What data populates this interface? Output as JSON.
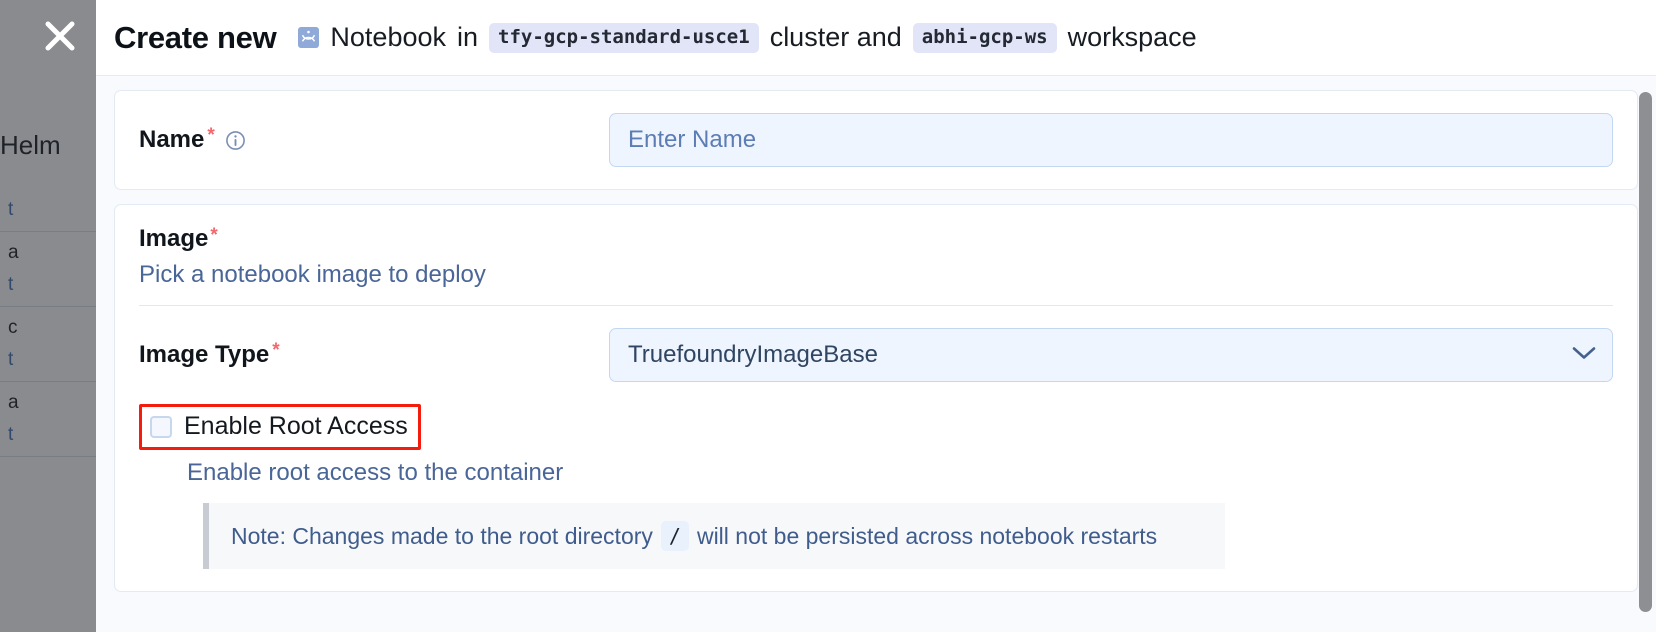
{
  "background": {
    "header_label": "Helm",
    "rows": [
      {
        "primary": "",
        "secondary": "t"
      },
      {
        "primary": "a",
        "secondary": "t"
      },
      {
        "primary": "c",
        "secondary": "t"
      },
      {
        "primary": "a",
        "secondary": "t"
      }
    ]
  },
  "close_button": {
    "label": "Close",
    "icon": "close-icon"
  },
  "header": {
    "title": "Create new",
    "resource_icon": "jupyter-icon",
    "resource_type": "Notebook",
    "in_word": "in",
    "cluster_chip": "tfy-gcp-standard-usce1",
    "cluster_word": "cluster and",
    "workspace_chip": "abhi-gcp-ws",
    "workspace_word": "workspace"
  },
  "form": {
    "name": {
      "label": "Name",
      "required_marker": "*",
      "info_icon": "info-icon",
      "placeholder": "Enter Name",
      "value": ""
    },
    "image": {
      "label": "Image",
      "required_marker": "*",
      "description": "Pick a notebook image to deploy"
    },
    "image_type": {
      "label": "Image Type",
      "required_marker": "*",
      "selected": "TruefoundryImageBase",
      "options": [
        "TruefoundryImageBase"
      ],
      "chevron_icon": "chevron-down-icon"
    },
    "root_access": {
      "checkbox_label": "Enable Root Access",
      "checked": false,
      "help_text": "Enable root access to the container",
      "note_prefix": "Note: Changes made to the root directory",
      "note_code": "/",
      "note_suffix": "will not be persisted across notebook restarts"
    }
  },
  "colors": {
    "accent_red": "#f41c0c",
    "required_red": "#f2686e",
    "input_bg": "#eff5fe",
    "input_border": "#c2d8f2",
    "chip_bg": "#e2e5f8",
    "link_blue": "#4a6698",
    "scrollbar": "#8d8f93"
  },
  "scrollbar": {
    "name": "vertical-scrollbar",
    "position_percent": 13
  }
}
